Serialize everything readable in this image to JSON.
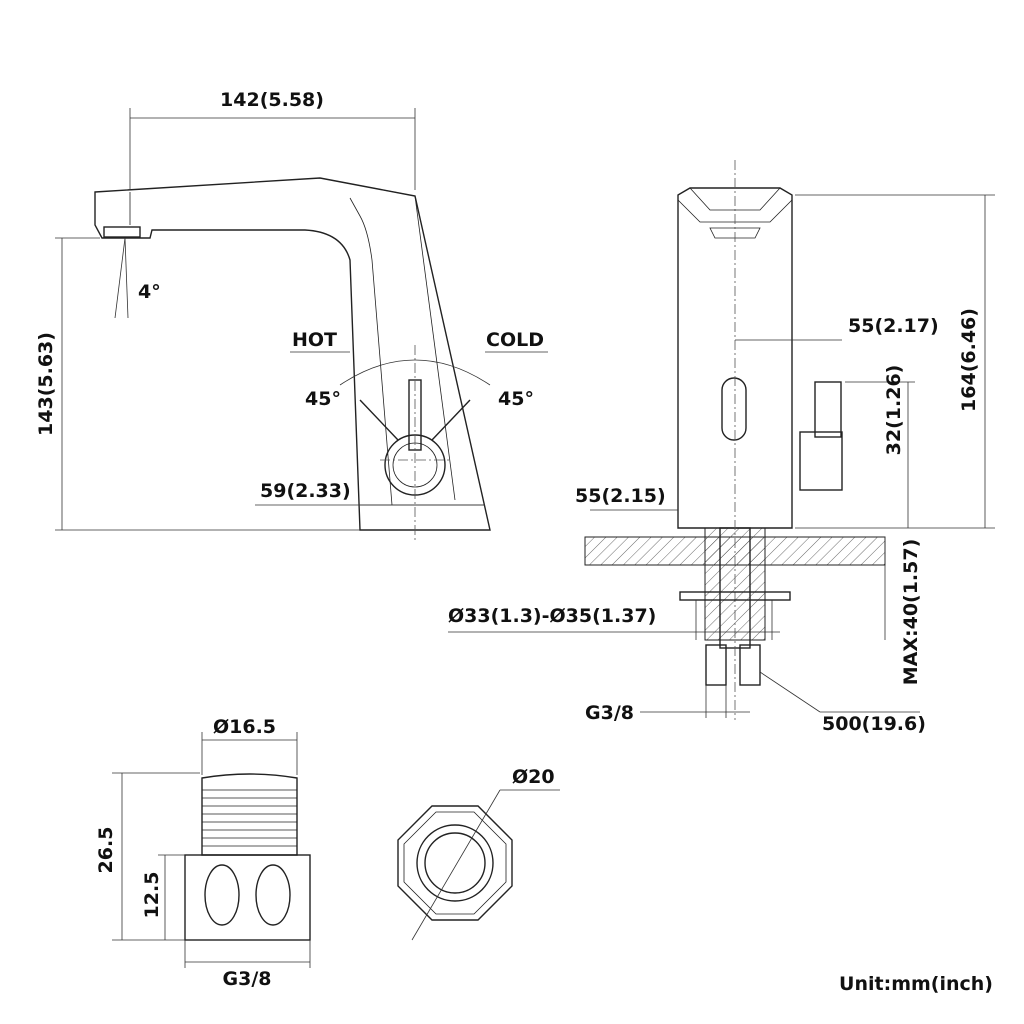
{
  "side_view": {
    "width_label": "142(5.58)",
    "spout_angle": "4°",
    "height_label": "143(5.63)",
    "hot": "HOT",
    "cold": "COLD",
    "hot_angle": "45°",
    "cold_angle": "45°",
    "base_label": "59(2.33)"
  },
  "front_view": {
    "reach_label": "55(2.17)",
    "total_height": "164(6.46)",
    "handle_height": "32(1.26)",
    "base_depth": "55(2.15)",
    "max_deck": "MAX:40(1.57)",
    "hole_diameter": "Ø33(1.3)-Ø35(1.37)",
    "thread": "G3/8",
    "hose_length": "500(19.6)"
  },
  "fitting": {
    "diameter": "Ø16.5",
    "total_height": "26.5",
    "hex_height": "12.5",
    "thread": "G3/8",
    "outer_diameter": "Ø20"
  },
  "unit_note": "Unit:mm(inch)"
}
